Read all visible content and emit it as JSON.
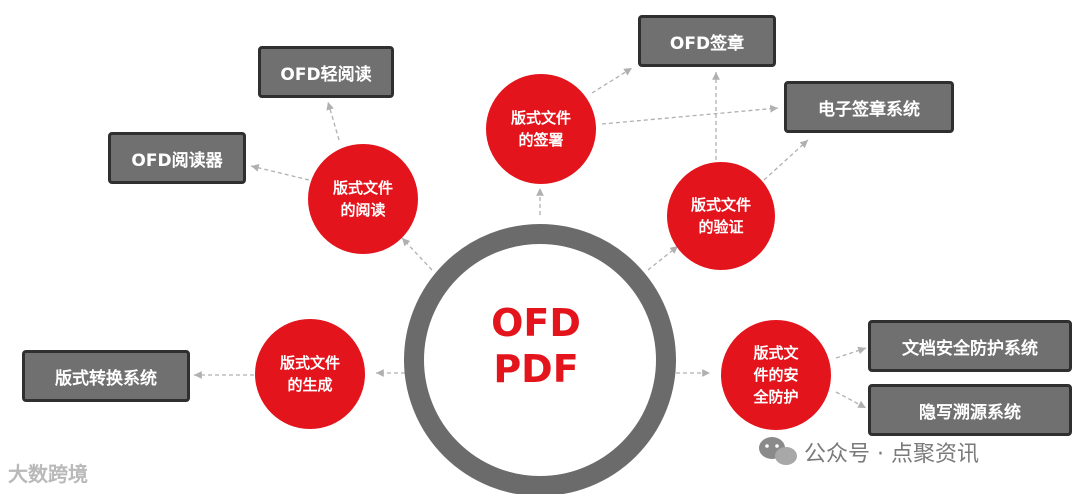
{
  "hub": {
    "line1": "OFD",
    "line2": "PDF"
  },
  "circles": [
    {
      "id": "signing",
      "text": "版式文件\n的签署"
    },
    {
      "id": "reading",
      "text": "版式文件\n的阅读"
    },
    {
      "id": "verify",
      "text": "版式文件\n的验证"
    },
    {
      "id": "generate",
      "text": "版式文件\n的生成"
    },
    {
      "id": "security",
      "text": "版式文\n件的安\n全防护"
    }
  ],
  "boxes": {
    "ofd_light_reading": "OFD轻阅读",
    "ofd_reader": "OFD阅读器",
    "ofd_signature": "OFD签章",
    "e_signature_system": "电子签章系统",
    "format_conversion": "版式转换系统",
    "doc_security": "文档安全防护系统",
    "hidden_trace": "隐写溯源系统"
  },
  "watermark": {
    "text": "公众号 · 点聚资讯"
  },
  "logo": {
    "text": "大数跨境"
  },
  "colors": {
    "red": "#e3141c",
    "ring": "#6b6b6b",
    "box_fill": "#707070",
    "box_border": "#2f2f2f",
    "connector": "#b0b0b0"
  }
}
